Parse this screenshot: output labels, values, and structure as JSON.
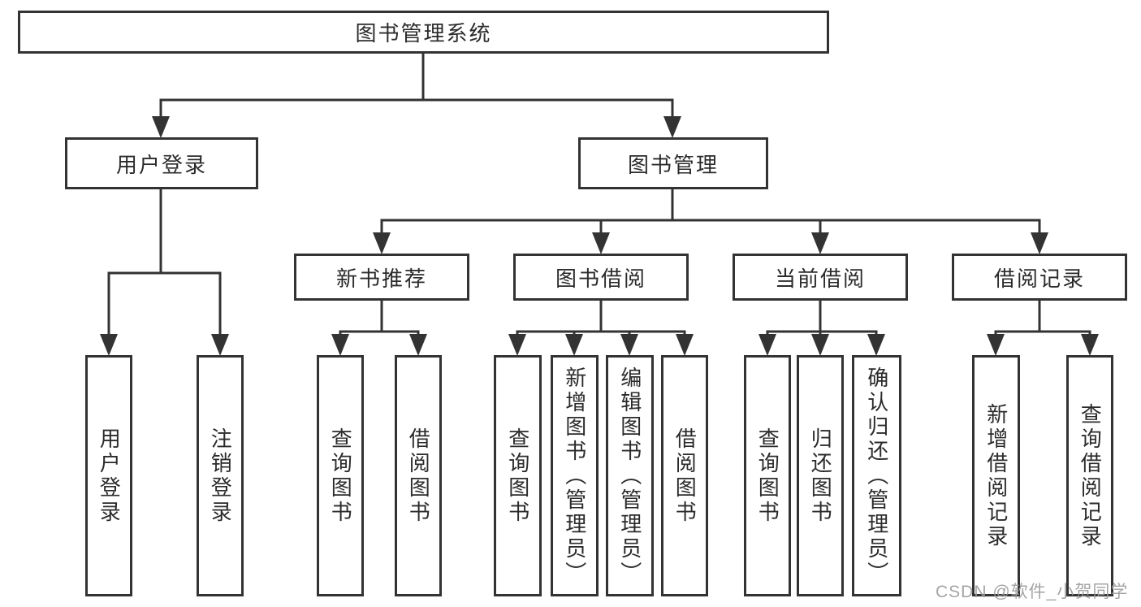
{
  "diagram": {
    "root": {
      "label": "图书管理系统"
    },
    "branches": [
      {
        "label": "用户登录",
        "children": [
          {
            "label": "用户登录"
          },
          {
            "label": "注销登录"
          }
        ]
      },
      {
        "label": "图书管理",
        "children": [
          {
            "label": "新书推荐",
            "children": [
              {
                "label": "查询图书"
              },
              {
                "label": "借阅图书"
              }
            ]
          },
          {
            "label": "图书借阅",
            "children": [
              {
                "label": "查询图书"
              },
              {
                "label": "新增图书（管理员）"
              },
              {
                "label": "编辑图书（管理员）"
              },
              {
                "label": "借阅图书"
              }
            ]
          },
          {
            "label": "当前借阅",
            "children": [
              {
                "label": "查询图书"
              },
              {
                "label": "归还图书"
              },
              {
                "label": "确认归还（管理员）"
              }
            ]
          },
          {
            "label": "借阅记录",
            "children": [
              {
                "label": "新增借阅记录"
              },
              {
                "label": "查询借阅记录"
              }
            ]
          }
        ]
      }
    ]
  },
  "watermark": {
    "text": "CSDN @软件_小贺同学"
  },
  "colors": {
    "line": "#333333",
    "text": "#2b2b2b",
    "box_background": "#ffffff",
    "watermark": "#9b9b9b",
    "background": "#ffffff"
  }
}
